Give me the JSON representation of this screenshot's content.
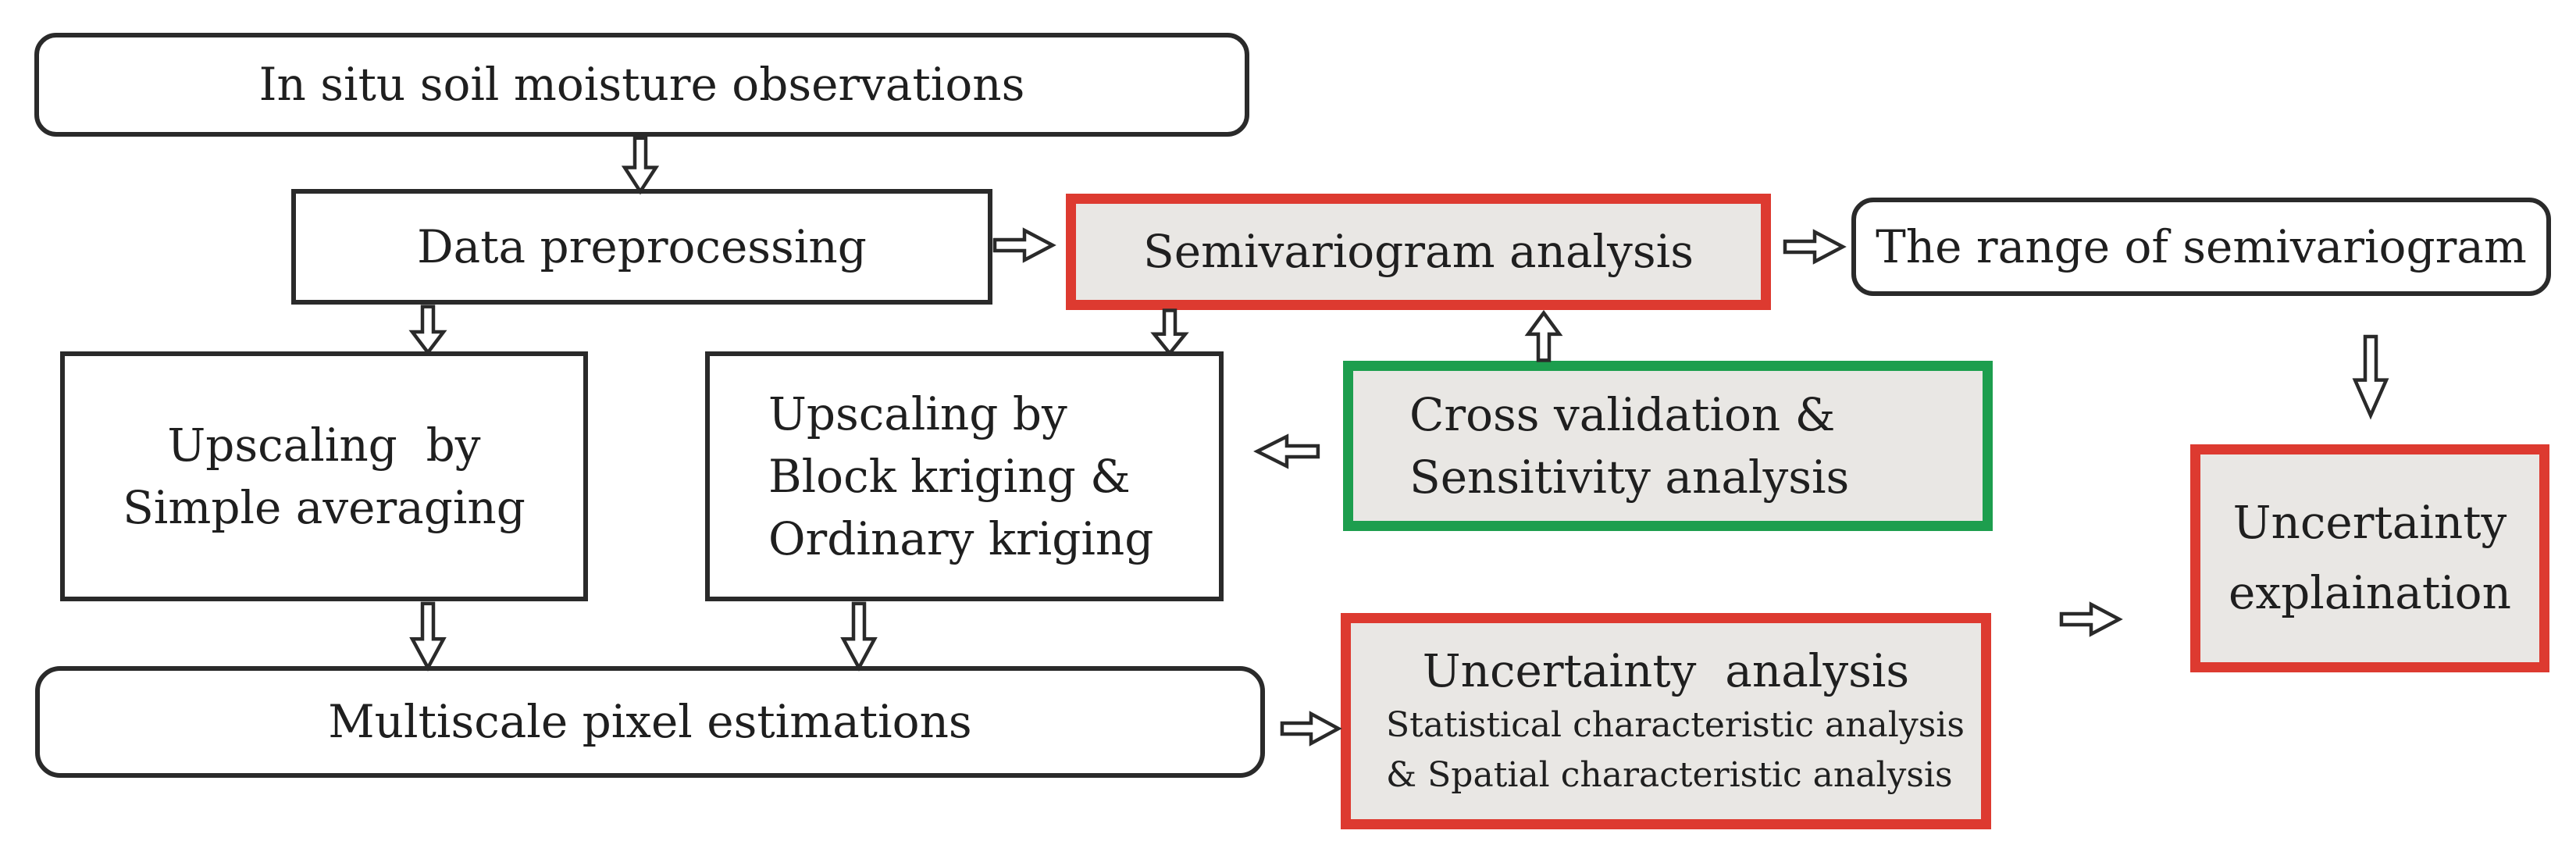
{
  "diagram": {
    "description": "Flowchart of upscaling in situ soil moisture observations with semivariogram and uncertainty analysis",
    "nodes": {
      "in_situ": {
        "label": "In situ soil moisture observations"
      },
      "data_preprocessing": {
        "label": "Data preprocessing"
      },
      "semivariogram": {
        "label": "Semivariogram analysis"
      },
      "range_semivariogram": {
        "label": "The range of semivariogram"
      },
      "upscaling_simple": {
        "label": "Upscaling  by\nSimple averaging"
      },
      "upscaling_kriging": {
        "label": "Upscaling by\nBlock kriging &\nOrdinary kriging"
      },
      "cross_validation": {
        "label": "Cross validation &\nSensitivity analysis"
      },
      "uncertainty_analysis": {
        "title": "Uncertainty  analysis",
        "subtitle": "Statistical characteristic analysis\n& Spatial characteristic analysis"
      },
      "multiscale": {
        "label": "Multiscale pixel estimations"
      },
      "uncertainty_explanation": {
        "label": "Uncertainty\nexplaination"
      }
    },
    "edges": [
      {
        "from": "in_situ",
        "to": "data_preprocessing",
        "direction": "down"
      },
      {
        "from": "data_preprocessing",
        "to": "semivariogram",
        "direction": "right"
      },
      {
        "from": "semivariogram",
        "to": "range_semivariogram",
        "direction": "right"
      },
      {
        "from": "data_preprocessing",
        "to": "upscaling_simple",
        "direction": "down"
      },
      {
        "from": "semivariogram",
        "to": "upscaling_kriging",
        "direction": "down"
      },
      {
        "from": "cross_validation",
        "to": "semivariogram",
        "direction": "up"
      },
      {
        "from": "cross_validation",
        "to": "upscaling_kriging",
        "direction": "left"
      },
      {
        "from": "range_semivariogram",
        "to": "uncertainty_explanation",
        "direction": "down"
      },
      {
        "from": "upscaling_simple",
        "to": "multiscale",
        "direction": "down"
      },
      {
        "from": "upscaling_kriging",
        "to": "multiscale",
        "direction": "down"
      },
      {
        "from": "multiscale",
        "to": "uncertainty_analysis",
        "direction": "right"
      },
      {
        "from": "uncertainty_analysis",
        "to": "uncertainty_explanation",
        "direction": "right"
      }
    ],
    "colors": {
      "highlight_red": "#dd3a30",
      "highlight_green": "#1d9e4e",
      "box_fill_gray": "#e9e7e4",
      "line_black": "#2a2a2a",
      "background": "#ffffff"
    }
  }
}
